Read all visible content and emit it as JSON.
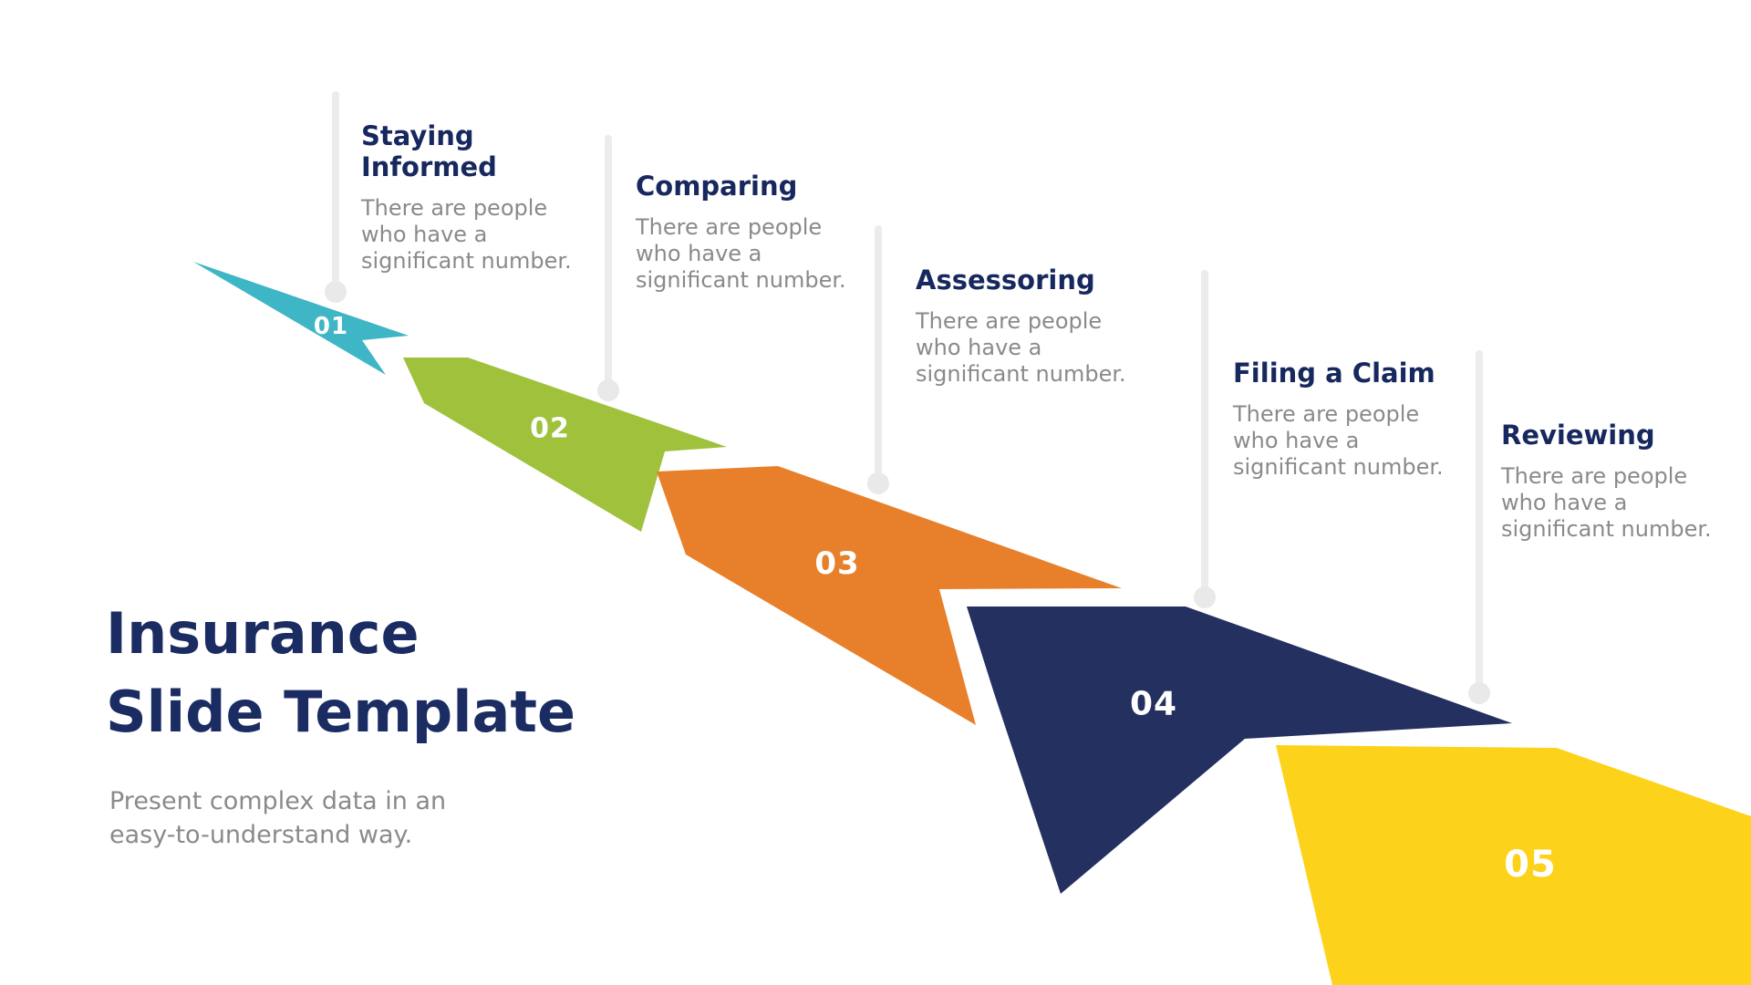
{
  "slide": {
    "title_lines": [
      "Insurance",
      "Slide Template"
    ],
    "subtitle": "Present complex data in an easy-to-understand way.",
    "colors": {
      "background": "#ffffff",
      "title": "#1b2c63",
      "heading": "#17285e",
      "body_text": "#8a8a8a",
      "number_text": "#ffffff",
      "timeline": "#ececec",
      "timeline_dot": "#e9e9e9"
    }
  },
  "steps": [
    {
      "number": "01",
      "title": "Staying Informed",
      "description": "There are people who have a significant number.",
      "color": "#3eb6c5"
    },
    {
      "number": "02",
      "title": "Comparing",
      "description": "There are people who have a significant number.",
      "color": "#9fc13c"
    },
    {
      "number": "03",
      "title": "Assessoring",
      "description": "There are people who have a significant number.",
      "color": "#e8802b"
    },
    {
      "number": "04",
      "title": "Filing a Claim",
      "description": "There are people who have a significant number.",
      "color": "#233060"
    },
    {
      "number": "05",
      "title": "Reviewing",
      "description": "There are people who have a significant number.",
      "color": "#fdd21b"
    }
  ]
}
